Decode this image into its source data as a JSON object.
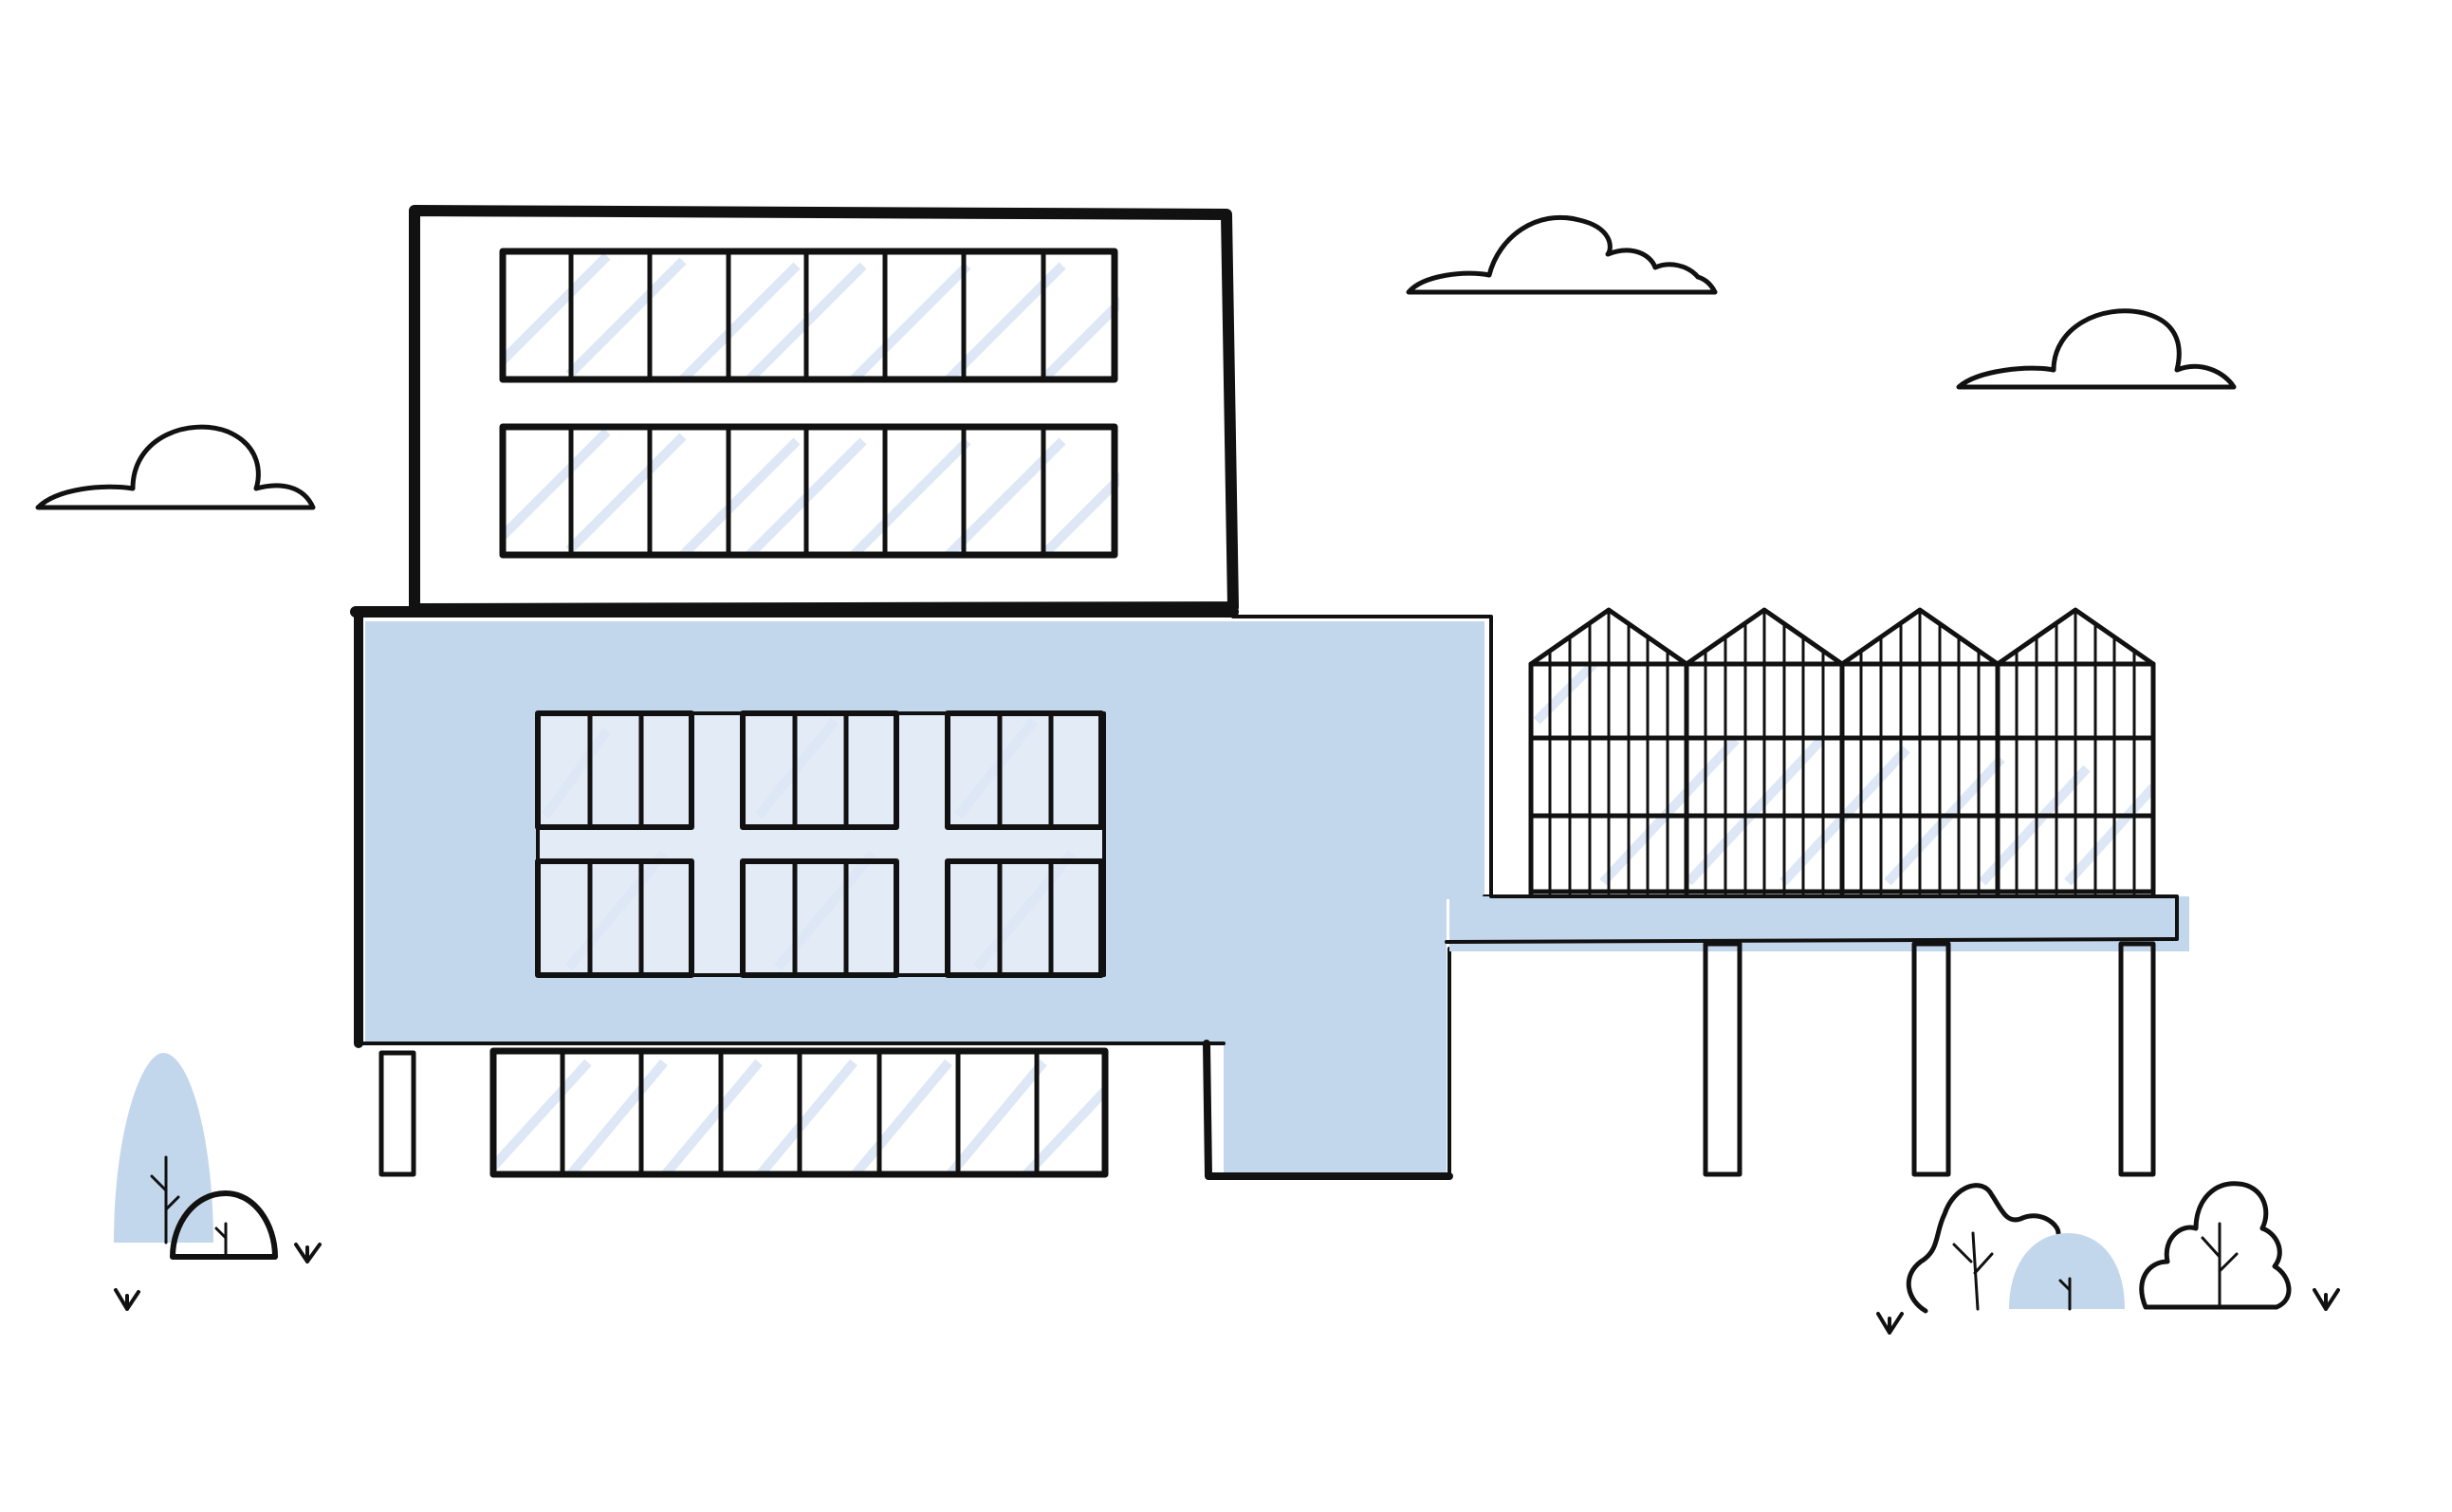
{
  "scene": {
    "type": "illustration",
    "colors": {
      "ink": "#111111",
      "accent_blue": "#c3d7ec",
      "glass_tint": "#dde7f5",
      "background": "#ffffff"
    },
    "elements": [
      "building-upper-block",
      "building-lower-block",
      "greenhouse-terrace",
      "clouds",
      "trees-and-shrubs",
      "grass-tufts"
    ]
  }
}
